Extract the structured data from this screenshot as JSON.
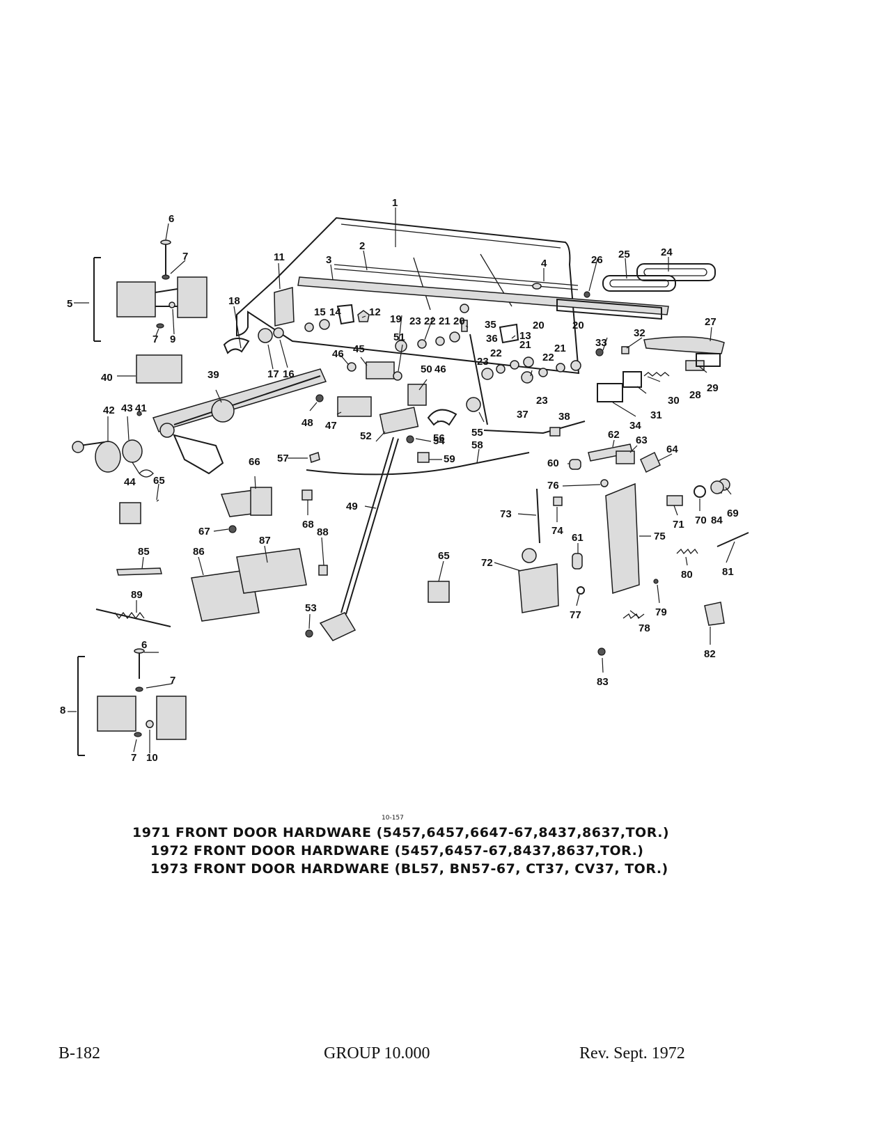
{
  "figure_number": "10-157",
  "captions": [
    "1971 FRONT DOOR HARDWARE (5457,6457,6647-67,8437,8637,TOR.)",
    "1972 FRONT DOOR HARDWARE (5457,6457-67,8437,8637,TOR.)",
    "1973 FRONT DOOR HARDWARE (BL57, BN57-67, CT37, CV37, TOR.)"
  ],
  "callouts": [
    {
      "id": "c1",
      "label": "1"
    },
    {
      "id": "c2",
      "label": "2"
    },
    {
      "id": "c3",
      "label": "3"
    },
    {
      "id": "c4",
      "label": "4"
    },
    {
      "id": "c5",
      "label": "5"
    },
    {
      "id": "c6a",
      "label": "6"
    },
    {
      "id": "c6b",
      "label": "6"
    },
    {
      "id": "c7a",
      "label": "7"
    },
    {
      "id": "c7b",
      "label": "7"
    },
    {
      "id": "c7c",
      "label": "7"
    },
    {
      "id": "c7d",
      "label": "7"
    },
    {
      "id": "c8",
      "label": "8"
    },
    {
      "id": "c9",
      "label": "9"
    },
    {
      "id": "c10",
      "label": "10"
    },
    {
      "id": "c11",
      "label": "11"
    },
    {
      "id": "c12",
      "label": "12"
    },
    {
      "id": "c13",
      "label": "13"
    },
    {
      "id": "c14",
      "label": "14"
    },
    {
      "id": "c15",
      "label": "15"
    },
    {
      "id": "c16",
      "label": "16"
    },
    {
      "id": "c17",
      "label": "17"
    },
    {
      "id": "c18",
      "label": "18"
    },
    {
      "id": "c19",
      "label": "19"
    },
    {
      "id": "c20a",
      "label": "20"
    },
    {
      "id": "c20b",
      "label": "20"
    },
    {
      "id": "c20c",
      "label": "20"
    },
    {
      "id": "c21a",
      "label": "21"
    },
    {
      "id": "c21b",
      "label": "21"
    },
    {
      "id": "c21c",
      "label": "21"
    },
    {
      "id": "c22a",
      "label": "22"
    },
    {
      "id": "c22b",
      "label": "22"
    },
    {
      "id": "c22c",
      "label": "22"
    },
    {
      "id": "c23a",
      "label": "23"
    },
    {
      "id": "c23b",
      "label": "23"
    },
    {
      "id": "c23c",
      "label": "23"
    },
    {
      "id": "c24",
      "label": "24"
    },
    {
      "id": "c25",
      "label": "25"
    },
    {
      "id": "c26",
      "label": "26"
    },
    {
      "id": "c27",
      "label": "27"
    },
    {
      "id": "c28",
      "label": "28"
    },
    {
      "id": "c29",
      "label": "29"
    },
    {
      "id": "c30",
      "label": "30"
    },
    {
      "id": "c31",
      "label": "31"
    },
    {
      "id": "c32",
      "label": "32"
    },
    {
      "id": "c33",
      "label": "33"
    },
    {
      "id": "c34",
      "label": "34"
    },
    {
      "id": "c35",
      "label": "35"
    },
    {
      "id": "c36",
      "label": "36"
    },
    {
      "id": "c37",
      "label": "37"
    },
    {
      "id": "c38",
      "label": "38"
    },
    {
      "id": "c39",
      "label": "39"
    },
    {
      "id": "c40",
      "label": "40"
    },
    {
      "id": "c41",
      "label": "41"
    },
    {
      "id": "c42",
      "label": "42"
    },
    {
      "id": "c43",
      "label": "43"
    },
    {
      "id": "c44",
      "label": "44"
    },
    {
      "id": "c45",
      "label": "45"
    },
    {
      "id": "c46a",
      "label": "46"
    },
    {
      "id": "c46b",
      "label": "46"
    },
    {
      "id": "c47",
      "label": "47"
    },
    {
      "id": "c48",
      "label": "48"
    },
    {
      "id": "c49",
      "label": "49"
    },
    {
      "id": "c50",
      "label": "50"
    },
    {
      "id": "c51",
      "label": "51"
    },
    {
      "id": "c52",
      "label": "52"
    },
    {
      "id": "c53",
      "label": "53"
    },
    {
      "id": "c54",
      "label": "54"
    },
    {
      "id": "c55",
      "label": "55"
    },
    {
      "id": "c56",
      "label": "56"
    },
    {
      "id": "c57",
      "label": "57"
    },
    {
      "id": "c58",
      "label": "58"
    },
    {
      "id": "c59",
      "label": "59"
    },
    {
      "id": "c60",
      "label": "60"
    },
    {
      "id": "c61",
      "label": "61"
    },
    {
      "id": "c62",
      "label": "62"
    },
    {
      "id": "c63",
      "label": "63"
    },
    {
      "id": "c64",
      "label": "64"
    },
    {
      "id": "c65a",
      "label": "65"
    },
    {
      "id": "c65b",
      "label": "65"
    },
    {
      "id": "c66",
      "label": "66"
    },
    {
      "id": "c67",
      "label": "67"
    },
    {
      "id": "c68",
      "label": "68"
    },
    {
      "id": "c69",
      "label": "69"
    },
    {
      "id": "c70",
      "label": "70"
    },
    {
      "id": "c71",
      "label": "71"
    },
    {
      "id": "c72",
      "label": "72"
    },
    {
      "id": "c73",
      "label": "73"
    },
    {
      "id": "c74",
      "label": "74"
    },
    {
      "id": "c75",
      "label": "75"
    },
    {
      "id": "c76",
      "label": "76"
    },
    {
      "id": "c77",
      "label": "77"
    },
    {
      "id": "c78",
      "label": "78"
    },
    {
      "id": "c79",
      "label": "79"
    },
    {
      "id": "c80",
      "label": "80"
    },
    {
      "id": "c81",
      "label": "81"
    },
    {
      "id": "c82",
      "label": "82"
    },
    {
      "id": "c83",
      "label": "83"
    },
    {
      "id": "c84",
      "label": "84"
    },
    {
      "id": "c85",
      "label": "85"
    },
    {
      "id": "c86",
      "label": "86"
    },
    {
      "id": "c87",
      "label": "87"
    },
    {
      "id": "c88",
      "label": "88"
    },
    {
      "id": "c89",
      "label": "89"
    }
  ],
  "footer": {
    "page": "B-182",
    "group": "GROUP 10.000",
    "revision": "Rev. Sept. 1972"
  }
}
